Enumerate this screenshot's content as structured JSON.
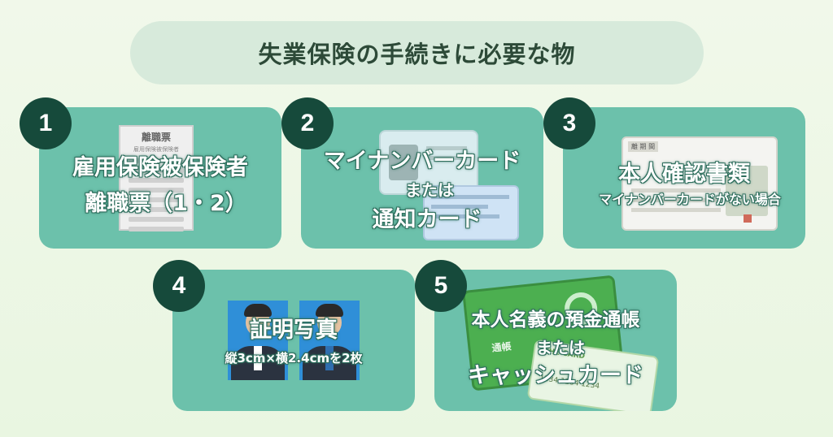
{
  "title": "失業保険の手続きに必要な物",
  "cards": [
    {
      "number": "1",
      "lines": [
        "雇用保険被保険者",
        "離職票（1・2）"
      ],
      "doc_heading": "離職票",
      "doc_sub": "雇用保険被保険者"
    },
    {
      "number": "2",
      "lines": [
        "マイナンバーカード",
        "または",
        "通知カード"
      ]
    },
    {
      "number": "3",
      "lines": [
        "本人確認書類",
        "マイナンバーカードがない場合"
      ],
      "license_label": "離 期 間"
    },
    {
      "number": "4",
      "lines": [
        "証明写真",
        "縦3cm×横2.4cmを2枚"
      ]
    },
    {
      "number": "5",
      "lines": [
        "本人名義の預金通帳",
        "または",
        "キャッシュカード"
      ],
      "passbook_label": "通帳",
      "card_label": "CHE CARD",
      "card_number": "1234 1234 1234"
    }
  ],
  "colors": {
    "card": "#6cc1ab",
    "badge": "#164a3b",
    "title_bg": "#d7eadb",
    "title_text": "#2d4a38"
  }
}
